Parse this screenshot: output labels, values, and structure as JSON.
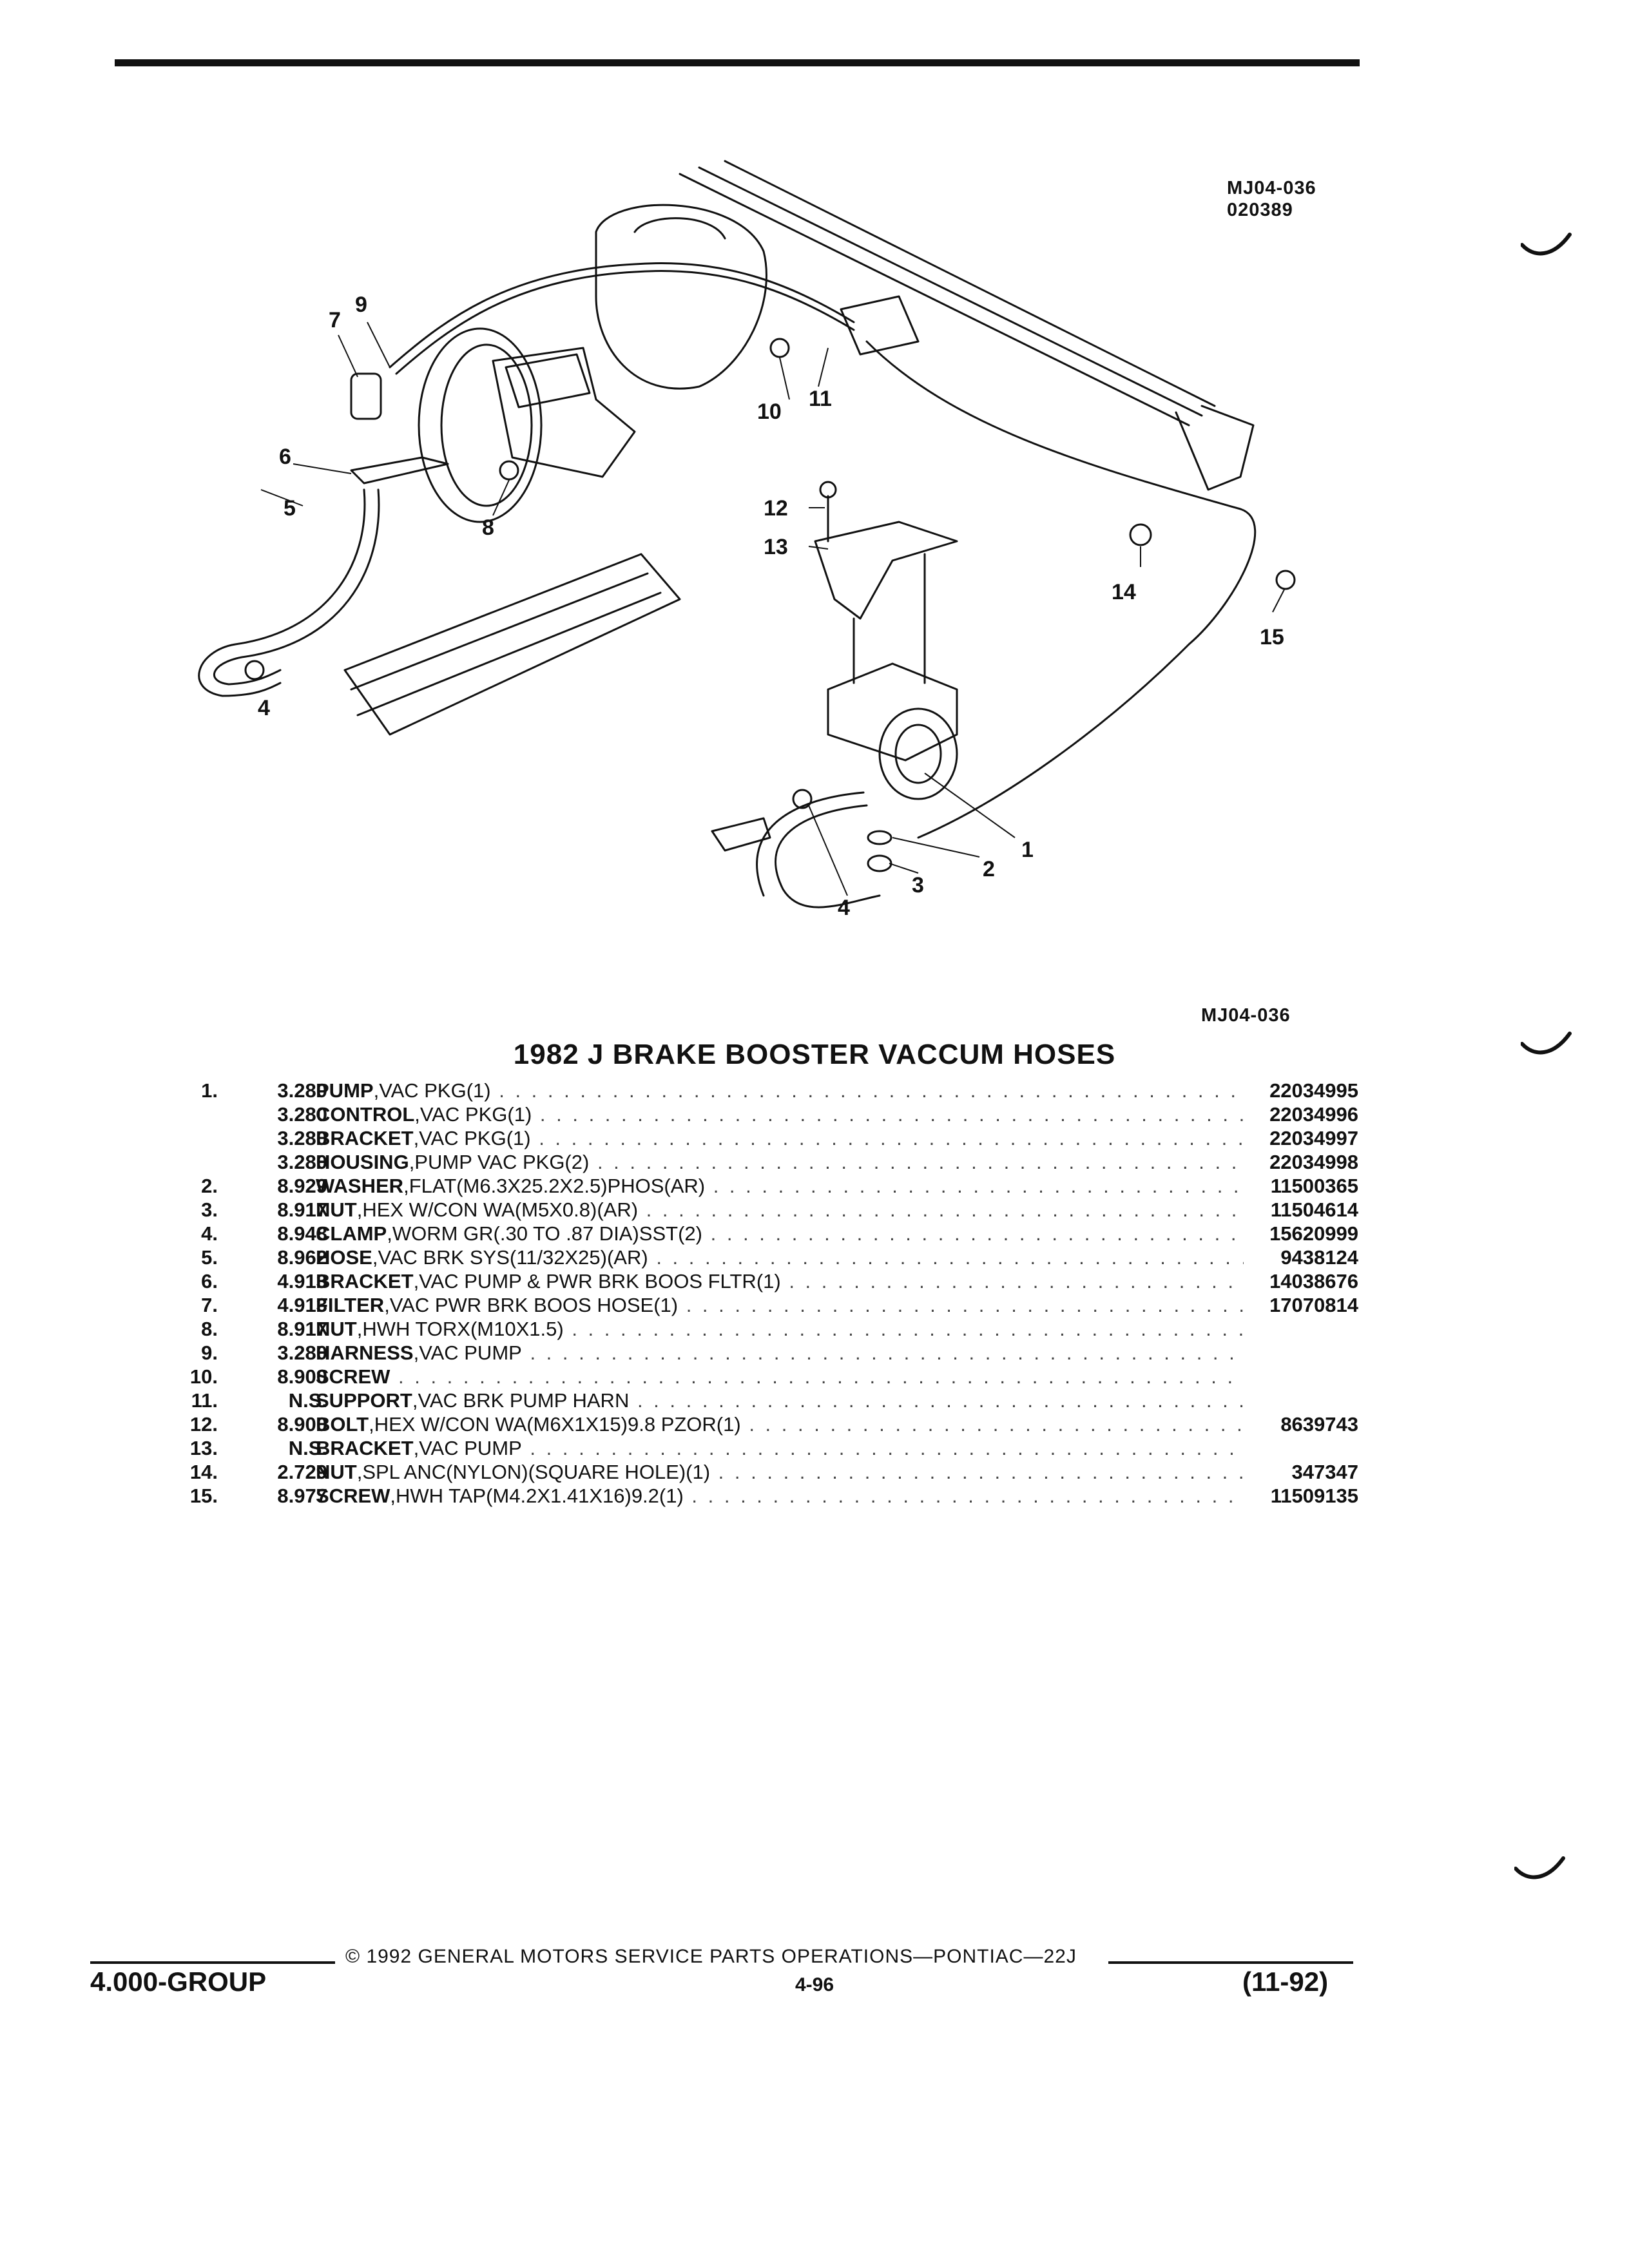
{
  "figure_code": "MJ04-036",
  "figure_date": "020389",
  "figure_code_bottom": "MJ04-036",
  "diagram_callouts": [
    "1",
    "2",
    "3",
    "4",
    "4",
    "5",
    "6",
    "7",
    "8",
    "9",
    "10",
    "11",
    "12",
    "13",
    "14",
    "15"
  ],
  "title": "1982 J BRAKE BOOSTER VACCUM HOSES",
  "parts": [
    {
      "item": "1.",
      "group": "3.280",
      "name": "PUMP",
      "desc": ",VAC PKG(1)",
      "part": "22034995"
    },
    {
      "item": "",
      "group": "3.280",
      "name": "CONTROL",
      "desc": ",VAC PKG(1)",
      "part": "22034996"
    },
    {
      "item": "",
      "group": "3.280",
      "name": "BRACKET",
      "desc": ",VAC PKG(1)",
      "part": "22034997"
    },
    {
      "item": "",
      "group": "3.280",
      "name": "HOUSING",
      "desc": ",PUMP VAC PKG(2)",
      "part": "22034998"
    },
    {
      "item": "2.",
      "group": "8.929",
      "name": "WASHER",
      "desc": ",FLAT(M6.3X25.2X2.5)PHOS(AR)",
      "part": "11500365"
    },
    {
      "item": "3.",
      "group": "8.917",
      "name": "NUT",
      "desc": ",HEX W/CON WA(M5X0.8)(AR)",
      "part": "11504614"
    },
    {
      "item": "4.",
      "group": "8.948",
      "name": "CLAMP",
      "desc": ",WORM GR(.30 TO .87 DIA)SST(2)",
      "part": "15620999"
    },
    {
      "item": "5.",
      "group": "8.962",
      "name": "HOSE",
      "desc": ",VAC BRK SYS(11/32X25)(AR)",
      "part": "9438124"
    },
    {
      "item": "6.",
      "group": "4.913",
      "name": "BRACKET",
      "desc": ",VAC PUMP & PWR BRK BOOS FLTR(1)",
      "part": "14038676"
    },
    {
      "item": "7.",
      "group": "4.913",
      "name": "FILTER",
      "desc": ",VAC PWR BRK BOOS HOSE(1)",
      "part": "17070814"
    },
    {
      "item": "8.",
      "group": "8.917",
      "name": "NUT",
      "desc": ",HWH TORX(M10X1.5)",
      "part": ""
    },
    {
      "item": "9.",
      "group": "3.280",
      "name": "HARNESS",
      "desc": ",VAC PUMP",
      "part": ""
    },
    {
      "item": "10.",
      "group": "8.900",
      "name": "SCREW",
      "desc": "",
      "part": ""
    },
    {
      "item": "11.",
      "group": "N.S.",
      "name": "SUPPORT",
      "desc": ",VAC BRK PUMP HARN",
      "part": ""
    },
    {
      "item": "12.",
      "group": "8.900",
      "name": "BOLT",
      "desc": ",HEX W/CON WA(M6X1X15)9.8 PZOR(1)",
      "part": "8639743"
    },
    {
      "item": "13.",
      "group": "N.S.",
      "name": "BRACKET",
      "desc": ",VAC PUMP",
      "part": ""
    },
    {
      "item": "14.",
      "group": "2.729",
      "name": "NUT",
      "desc": ",SPL ANC(NYLON)(SQUARE HOLE)(1)",
      "part": "347347"
    },
    {
      "item": "15.",
      "group": "8.977",
      "name": "SCREW",
      "desc": ",HWH TAP(M4.2X1.41X16)9.2(1)",
      "part": "11509135"
    }
  ],
  "footer": {
    "copyright": "© 1992 GENERAL MOTORS SERVICE PARTS OPERATIONS—PONTIAC—22J",
    "group": "4.000-GROUP",
    "page": "4-96",
    "date": "(11-92)"
  },
  "colors": {
    "ink": "#111111",
    "paper": "#ffffff"
  }
}
